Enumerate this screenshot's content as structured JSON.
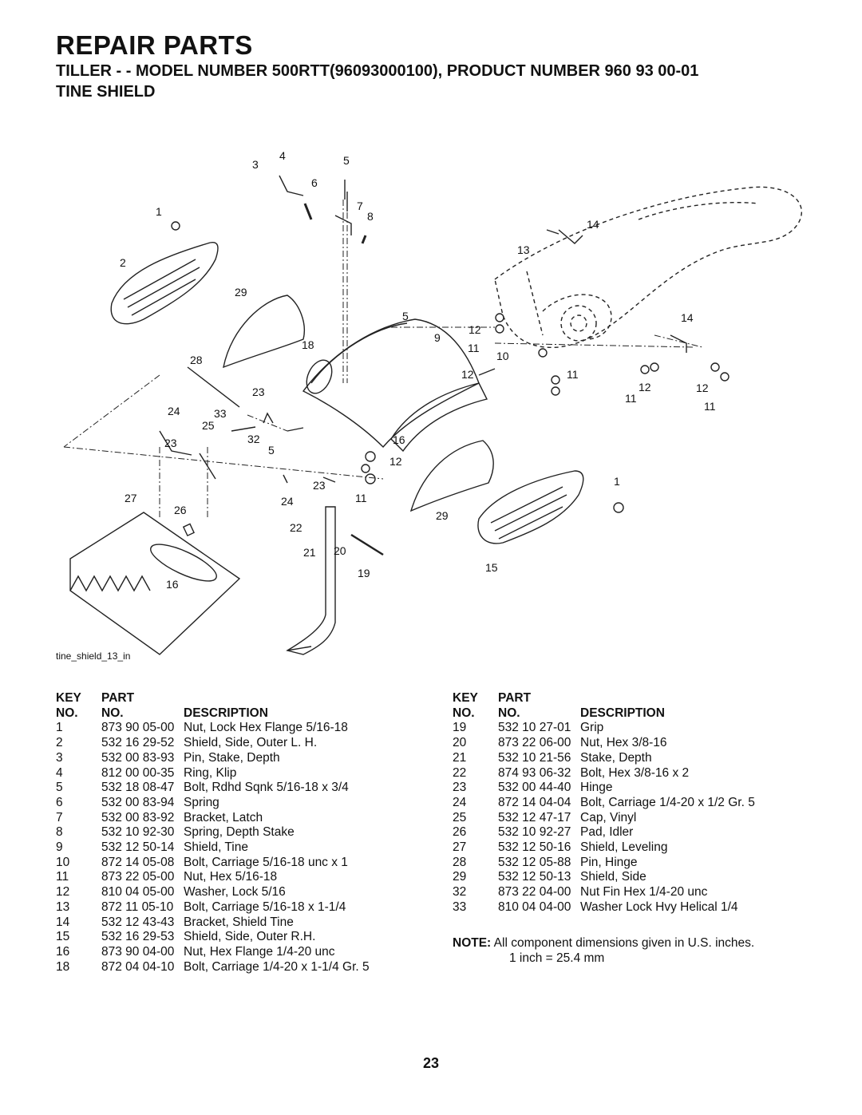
{
  "header": {
    "title": "REPAIR PARTS",
    "subtitle": "TILLER - - MODEL NUMBER 500RTT(96093000100), PRODUCT NUMBER 960 93 00-01",
    "section": "TINE SHIELD"
  },
  "diagram": {
    "id_label": "tine_shield_13_in",
    "callouts": [
      "1",
      "2",
      "3",
      "4",
      "5",
      "6",
      "7",
      "8",
      "9",
      "10",
      "11",
      "12",
      "13",
      "14",
      "15",
      "16",
      "18",
      "19",
      "20",
      "21",
      "22",
      "23",
      "24",
      "25",
      "26",
      "27",
      "28",
      "29",
      "32",
      "33"
    ]
  },
  "table_headers": {
    "key_line1": "KEY",
    "part_line1": "PART",
    "key_line2": "NO.",
    "part_line2": "NO.",
    "description": "DESCRIPTION"
  },
  "parts_left": [
    {
      "key": "1",
      "part": "873 90 05-00",
      "desc": "Nut, Lock Hex Flange  5/16-18"
    },
    {
      "key": "2",
      "part": "532 16 29-52",
      "desc": "Shield, Side, Outer L. H."
    },
    {
      "key": "3",
      "part": "532 00 83-93",
      "desc": "Pin, Stake, Depth"
    },
    {
      "key": "4",
      "part": "812 00 00-35",
      "desc": "Ring, Klip"
    },
    {
      "key": "5",
      "part": "532 18 08-47",
      "desc": "Bolt, Rdhd Sqnk 5/16-18 x 3/4"
    },
    {
      "key": "6",
      "part": "532 00 83-94",
      "desc": "Spring"
    },
    {
      "key": "7",
      "part": "532 00 83-92",
      "desc": "Bracket, Latch"
    },
    {
      "key": "8",
      "part": "532 10 92-30",
      "desc": "Spring, Depth Stake"
    },
    {
      "key": "9",
      "part": "532 12 50-14",
      "desc": "Shield, Tine"
    },
    {
      "key": "10",
      "part": "872 14 05-08",
      "desc": "Bolt, Carriage 5/16-18 unc x 1"
    },
    {
      "key": "11",
      "part": "873 22 05-00",
      "desc": "Nut, Hex  5/16-18"
    },
    {
      "key": "12",
      "part": "810 04 05-00",
      "desc": "Washer, Lock  5/16"
    },
    {
      "key": "13",
      "part": "872 11 05-10",
      "desc": "Bolt, Carriage  5/16-18 x 1-1/4"
    },
    {
      "key": "14",
      "part": "532 12 43-43",
      "desc": "Bracket, Shield Tine"
    },
    {
      "key": "15",
      "part": "532 16 29-53",
      "desc": "Shield, Side, Outer R.H."
    },
    {
      "key": "16",
      "part": "873 90 04-00",
      "desc": "Nut, Hex Flange 1/4-20 unc"
    },
    {
      "key": "18",
      "part": "872 04 04-10",
      "desc": "Bolt, Carriage  1/4-20 x 1-1/4 Gr. 5"
    }
  ],
  "parts_right": [
    {
      "key": "19",
      "part": "532 10 27-01",
      "desc": "Grip"
    },
    {
      "key": "20",
      "part": "873 22 06-00",
      "desc": "Nut, Hex  3/8-16"
    },
    {
      "key": "21",
      "part": "532 10 21-56",
      "desc": "Stake, Depth"
    },
    {
      "key": "22",
      "part": "874 93 06-32",
      "desc": "Bolt, Hex  3/8-16 x 2"
    },
    {
      "key": "23",
      "part": "532 00 44-40",
      "desc": "Hinge"
    },
    {
      "key": "24",
      "part": "872 14 04-04",
      "desc": "Bolt, Carriage  1/4-20 x 1/2 Gr. 5"
    },
    {
      "key": "25",
      "part": "532 12 47-17",
      "desc": "Cap, Vinyl"
    },
    {
      "key": "26",
      "part": "532 10 92-27",
      "desc": "Pad, Idler"
    },
    {
      "key": "27",
      "part": "532 12 50-16",
      "desc": "Shield, Leveling"
    },
    {
      "key": "28",
      "part": "532 12 05-88",
      "desc": "Pin, Hinge"
    },
    {
      "key": "29",
      "part": "532 12 50-13",
      "desc": "Shield, Side"
    },
    {
      "key": "32",
      "part": "873 22 04-00",
      "desc": "Nut Fin Hex  1/4-20 unc"
    },
    {
      "key": "33",
      "part": "810 04 04-00",
      "desc": "Washer Lock Hvy Helical  1/4"
    }
  ],
  "note": {
    "label": "NOTE:",
    "line1": "All component dimensions given in U.S. inches.",
    "line2": "1 inch = 25.4 mm"
  },
  "page_number": "23"
}
